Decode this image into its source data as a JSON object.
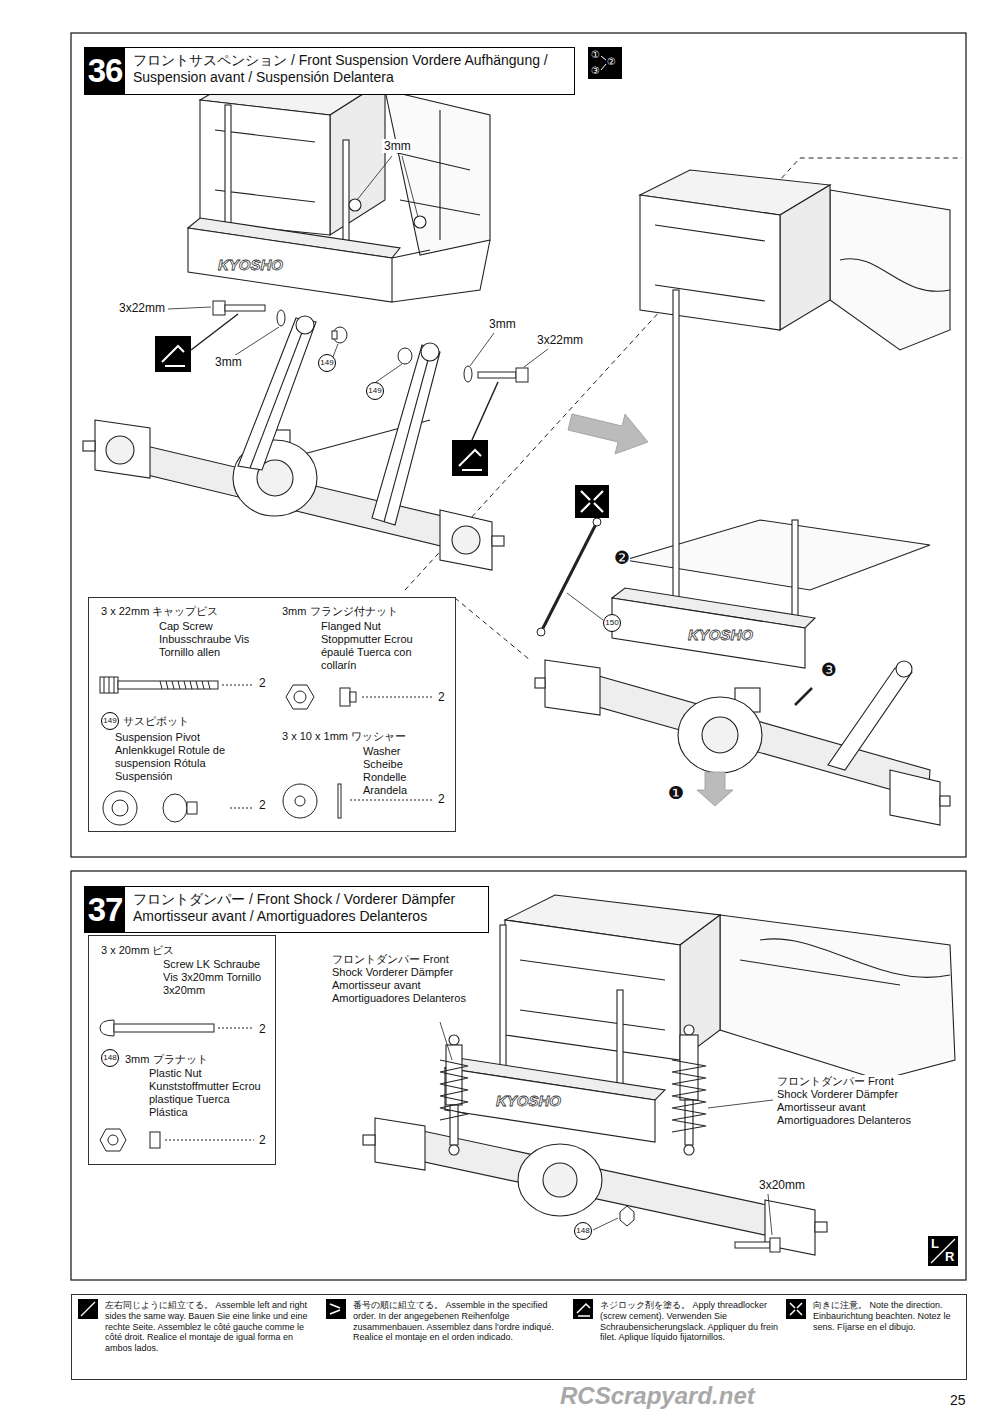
{
  "diagram": {
    "nodes": [
      {
        "text": [
          "36",
          "フロントサスペンション / Front Suspension Vordere Aufhängung / Suspension avant / Suspensión Delantera"
        ]
      },
      {
        "text": [
          "3 x 22mm キャップビス",
          "Cap Screw Inbusschraube Vis Tornillo allen",
          "2",
          "3mm フランジ付ナット",
          "Flanged Nut Stoppmutter Ecrou épaulé Tuerca con collarín",
          "2",
          "149",
          "サスピボット",
          "Suspension Pivot Anlenkkugel Rotule de suspension Rótula Suspensión",
          "2",
          "3 x 10 x 1mm ワッシャー",
          "Washer Scheibe Rondelle Arandela",
          "2"
        ]
      },
      {
        "text": [
          "37",
          "フロントダンパー / Front Shock / Vorderer Dämpfer Amortisseur avant / Amortiguadores Delanteros"
        ]
      },
      {
        "text": [
          "3 x 20mm ビス",
          "Screw LK Schraube Vis 3x20mm Tornillo 3x20mm",
          "2",
          "148",
          "3mm プラナット",
          "Plastic Nut Kunststoffmutter Ecrou plastique Tuerca Plástica",
          "2"
        ]
      },
      {
        "text": [
          "左右同じように組立てる。 Assemble left and right sides the same way. Bauen Sie eine linke und eine rechte Seite. Assemblez le côté gauche comme le côté droit. Realice el montaje de igual forma en ambos lados.",
          "番号の順に組立てる。 Assemble in the specified order. In der angegebenen Reihenfolge zusammenbauen. Assemblez dans l'ordre indiqué. Realice el montaje en el orden indicado.",
          "ネジロック剤を塗る。 Apply threadlocker (screw cement). Verwenden Sie Schraubensicherungslack. Appliquer du frein filet. Aplique líquido fijatornillos.",
          "向きに注意。 Note the direction. Einbaurichtung beachten. Notez le sens. Fíjarse en el dibujo."
        ]
      }
    ],
    "labels": [
      "①",
      "②",
      "③",
      "3mm",
      "3x22mm",
      "3mm",
      "149",
      "149",
      "3mm",
      "3x22mm",
      "KYOSHO",
      "KYOSHO",
      "❶",
      "❷",
      "150",
      "❸",
      "フロントダンパー Front Shock Vorderer Dämpfer Amortisseur avant Amortiguadores Delanteros",
      "フロントダンパー Front Shock Vorderer Dämpfer Amortisseur avant Amortiguadores Delanteros",
      "3x20mm",
      "148",
      "KYOSHO",
      "L",
      "R",
      "25",
      "RCScrapyard.net"
    ]
  }
}
